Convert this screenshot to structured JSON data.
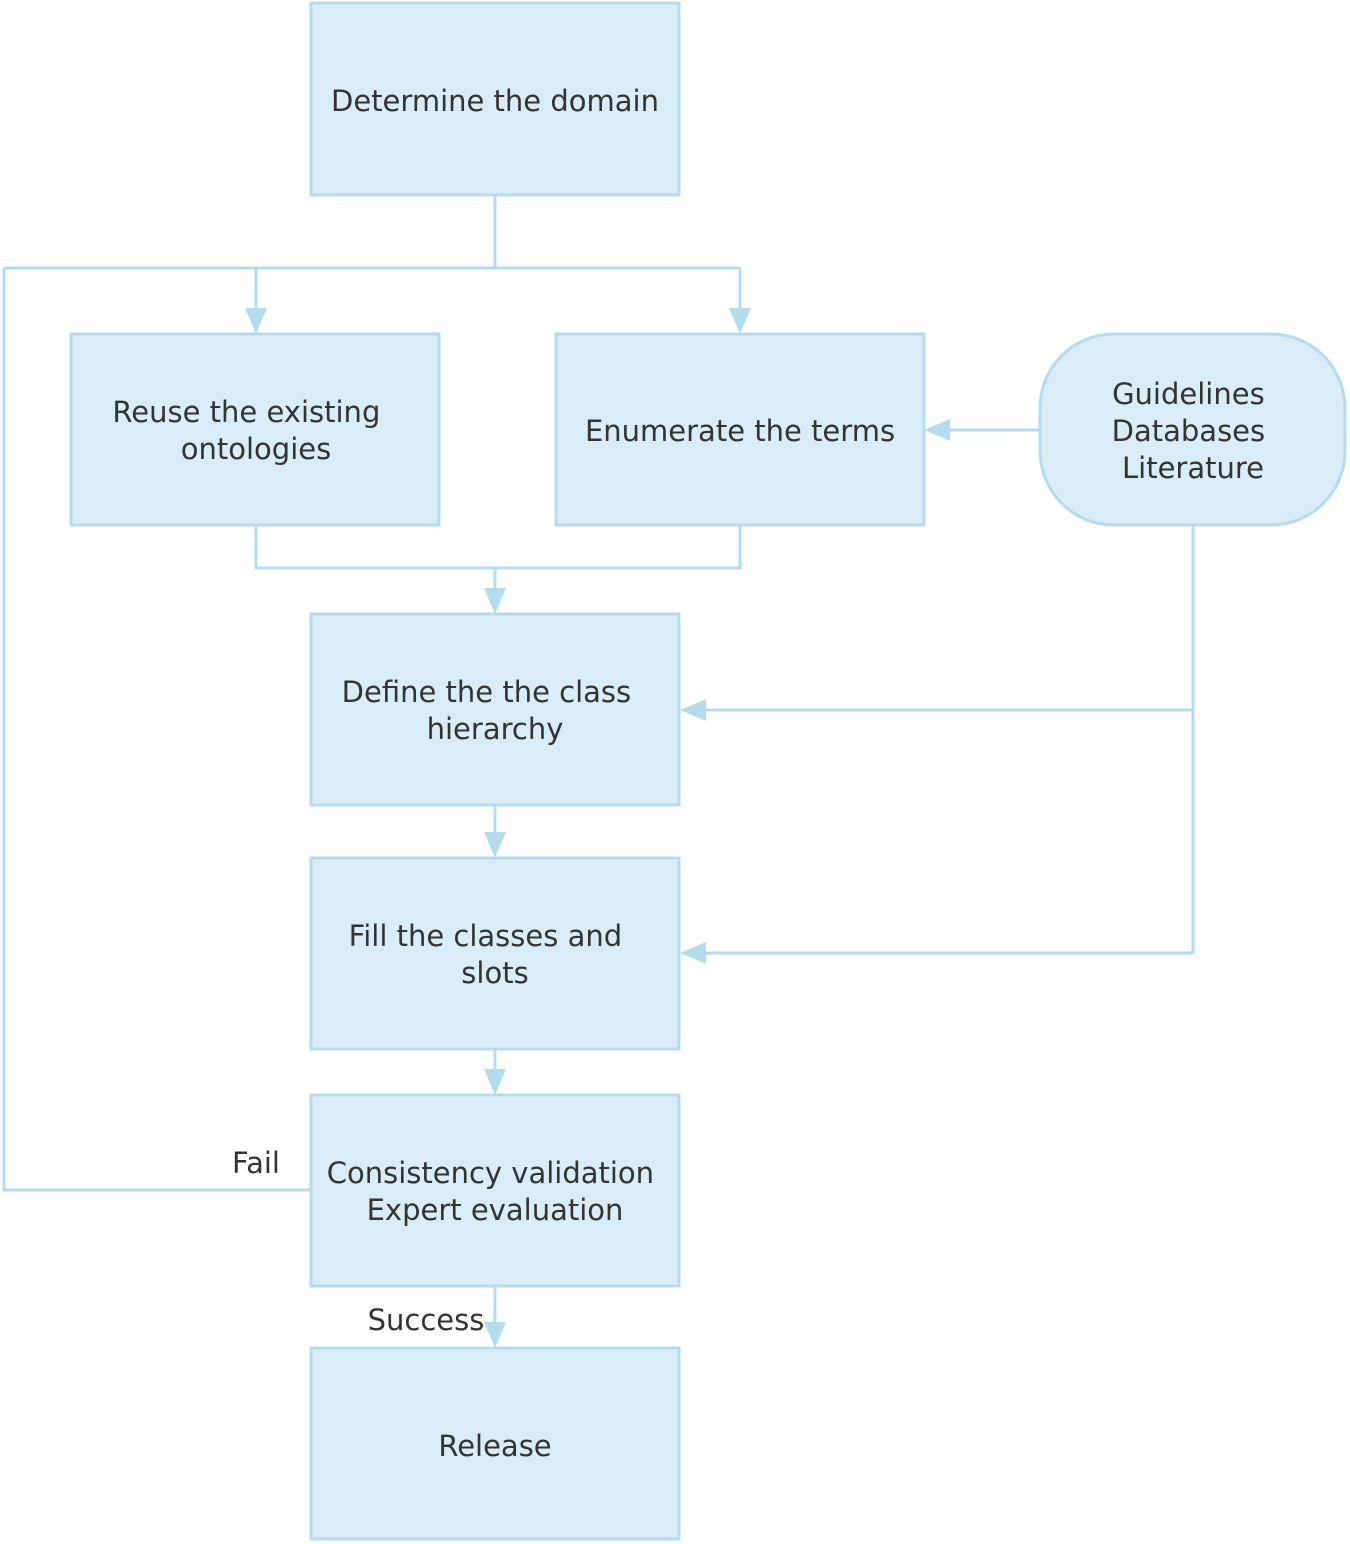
{
  "nodes": {
    "determine_domain": [
      "Determine the domain"
    ],
    "reuse_ontologies": [
      "Reuse the existing",
      "ontologies"
    ],
    "enumerate_terms": [
      "Enumerate the terms"
    ],
    "sources": [
      "Guidelines",
      "Databases",
      "Literature"
    ],
    "define_hierarchy": [
      "Define the  the class",
      "hierarchy"
    ],
    "fill_classes": [
      "Fill the classes and",
      "slots"
    ],
    "validation": [
      "Consistency validation",
      "Expert evaluation"
    ],
    "release": [
      "Release"
    ]
  },
  "edge_labels": {
    "fail": "Fail",
    "success": "Success"
  },
  "colors": {
    "node_fill": "#d8edf7",
    "node_stroke": "#b3dcee",
    "connector": "#b3dcee",
    "text": "#333333"
  }
}
